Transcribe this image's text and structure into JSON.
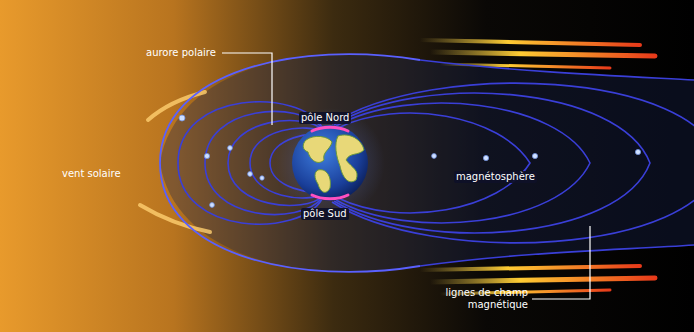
{
  "diagram": {
    "labels": [
      "aurore polaire",
      "pôle Nord",
      "vent solaire",
      "magnétosphère",
      "pôle Sud",
      "lignes de champ magnétique"
    ]
  }
}
